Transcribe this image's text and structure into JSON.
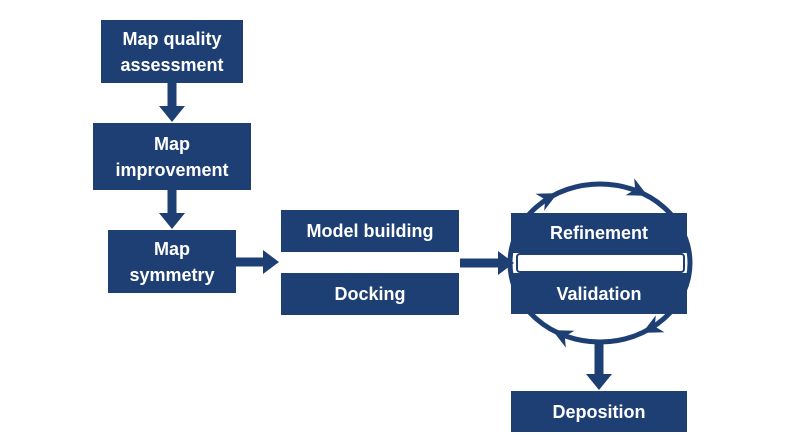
{
  "colors": {
    "box-fill": "#1e3f73",
    "text-color": "#ffffff",
    "canvas-bg": "#ffffff"
  },
  "nodes": {
    "mapQuality": {
      "line1": "Map quality",
      "line2": "assessment"
    },
    "mapImprovement": {
      "line1": "Map",
      "line2": "improvement"
    },
    "mapSymmetry": {
      "line1": "Map",
      "line2": "symmetry"
    },
    "modelBuilding": {
      "label": "Model building"
    },
    "docking": {
      "label": "Docking"
    },
    "refinement": {
      "label": "Refinement"
    },
    "validation": {
      "label": "Validation"
    },
    "deposition": {
      "label": "Deposition"
    }
  },
  "edges": [
    {
      "from": "Map quality assessment",
      "to": "Map improvement",
      "type": "arrow-down"
    },
    {
      "from": "Map improvement",
      "to": "Map symmetry",
      "type": "arrow-down"
    },
    {
      "from": "Map symmetry",
      "to": "Model building / Docking",
      "type": "arrow-right"
    },
    {
      "from": "Model building / Docking",
      "to": "Refinement / Validation",
      "type": "arrow-right"
    },
    {
      "from": "Refinement / Validation",
      "to": "Deposition",
      "type": "arrow-down"
    },
    {
      "around": "Refinement / Validation",
      "type": "iteration-cycle-clockwise"
    }
  ]
}
